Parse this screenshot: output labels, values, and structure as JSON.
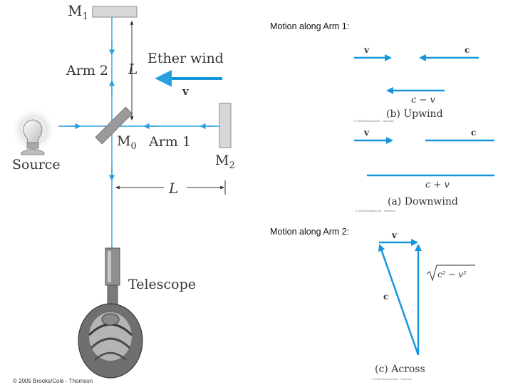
{
  "colors": {
    "beam": "#2a9fe0",
    "arrow_blue": "#1596dc",
    "mirror_fill": "#d7d7d7",
    "mirror_stroke": "#888888",
    "splitter": "#9a9a9a",
    "text": "#333333",
    "background": "#ffffff"
  },
  "apparatus": {
    "label_m1": "M",
    "sub_m1": "1",
    "label_m2": "M",
    "sub_m2": "2",
    "label_m0": "M",
    "sub_m0": "0",
    "label_arm1": "Arm 1",
    "label_arm2": "Arm 2",
    "label_L_vertical": "L",
    "label_L_horizontal": "L",
    "label_ether_wind": "Ether wind",
    "label_v": "v",
    "label_source": "Source",
    "label_telescope": "Telescope",
    "copyright": "© 2005 Brooks/Cole - Thomson"
  },
  "arm1_panel": {
    "heading": "Motion along Arm 1:",
    "upwind": {
      "label_v": "v",
      "label_c": "c",
      "label_result": "c − v",
      "caption": "(b) Upwind",
      "credit": "© 2005 Brooks/Cole - Thomson"
    },
    "downwind": {
      "label_v": "v",
      "label_c": "c",
      "label_result": "c + v",
      "caption": "(a) Downwind",
      "credit": "© 2005 Brooks/Cole - Thomson"
    }
  },
  "arm2_panel": {
    "heading": "Motion along Arm 2:",
    "label_v": "v",
    "label_c": "c",
    "label_root": "c² − v²",
    "caption": "(c) Across",
    "credit": "© 2005 Brooks/Cole - Thomson"
  }
}
